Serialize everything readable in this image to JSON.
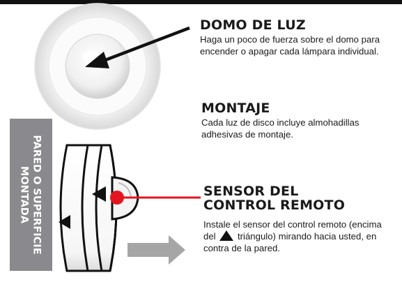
{
  "dome": {
    "title": "DOMO DE LUZ",
    "description": "Haga un poco de fuerza sobre el domo para encender o apagar cada lámpara individual."
  },
  "mount": {
    "title": "MONTAJE",
    "description": "Cada luz de disco incluye almohadillas adhesivas de montaje."
  },
  "sensor": {
    "title_line1": "SENSOR DEL",
    "title_line2": "CONTROL REMOTO",
    "description_part1": "Instale el sensor del control remoto (encima del",
    "description_part2": "triángulo) mirando hacia usted, en contra de la pared."
  },
  "wall": {
    "label_line1": "PARED O SUPERFICIE",
    "label_line2": "MONTADA"
  },
  "colors": {
    "sensor_pointer": "#e3151f",
    "wall_panel": "#8a8a8e",
    "arrow": "#a6a6a6"
  }
}
